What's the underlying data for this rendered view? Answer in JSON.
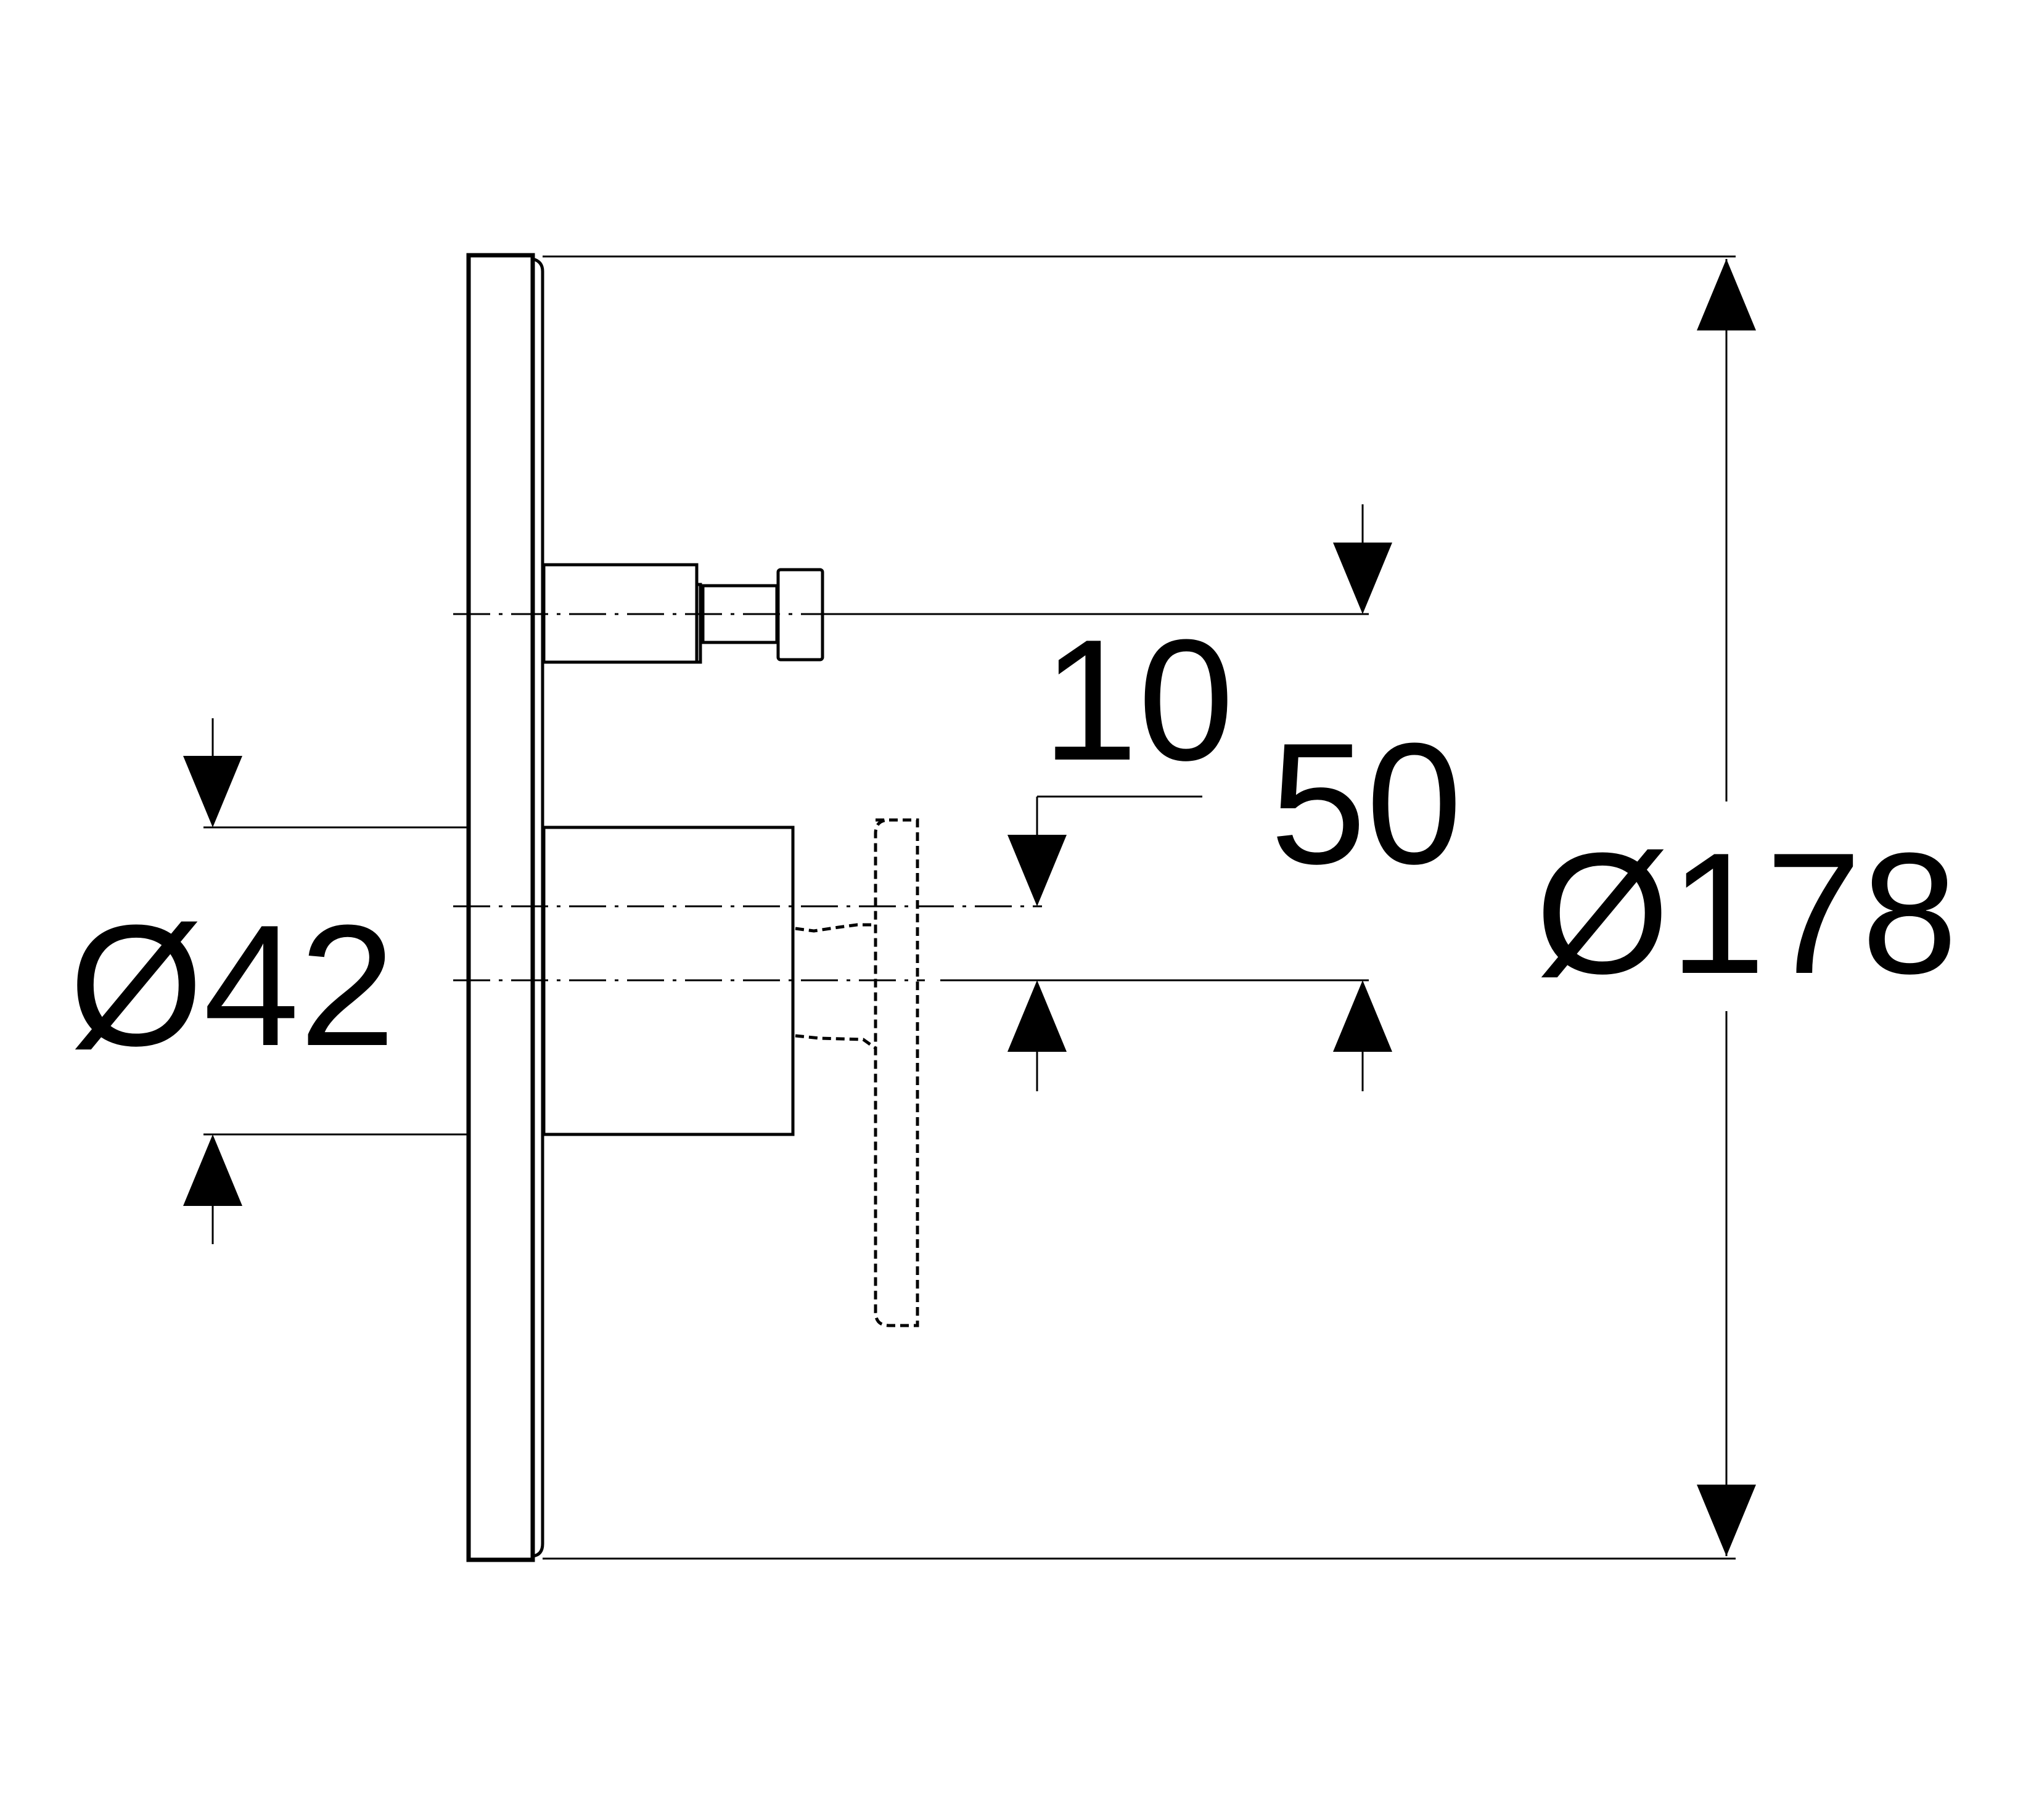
{
  "dimensions": {
    "outer_diameter": "Ø178",
    "inner_diameter": "Ø42",
    "offset_10": "10",
    "offset_50": "50"
  },
  "colors": {
    "line": "#000000",
    "background": "#ffffff"
  }
}
